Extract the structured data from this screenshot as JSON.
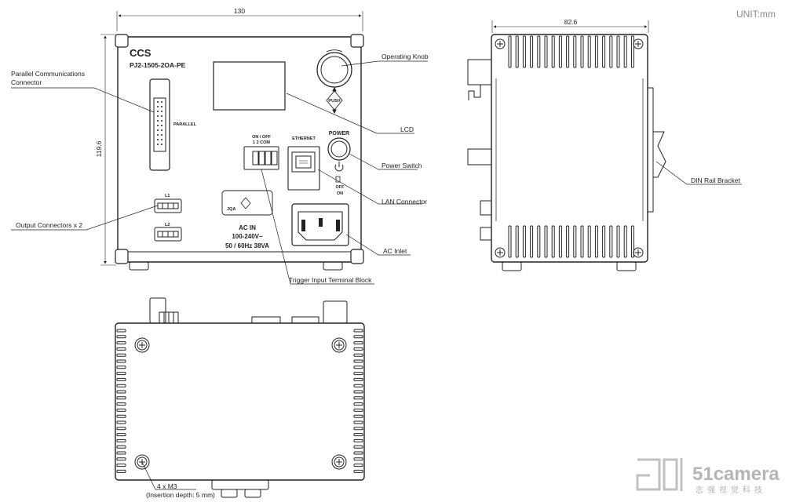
{
  "unit": "UNIT:mm",
  "dimensions": {
    "width": "130",
    "height": "119.6",
    "depth": "82.6"
  },
  "front_panel": {
    "brand": "CCS",
    "model": "PJ2-1505-2OA-PE",
    "parallel_label": "PARALLEL",
    "l1": "L1",
    "l2": "L2",
    "jqa": "JQA",
    "ac_in": "AC IN",
    "voltage": "100-240V~",
    "freq_power": "50 / 60Hz 38VA",
    "trigger_hdr": "ON / OFF",
    "trigger_nums": "1   2     COM",
    "ethernet": "ETHERNET",
    "power": "POWER",
    "push": "PUSH",
    "off": "OFF",
    "on": "ON"
  },
  "callouts": {
    "parallel_1": "Parallel Communications",
    "parallel_2": "Connector",
    "operating_knob": "Operating Knob",
    "lcd": "LCD",
    "power_switch": "Power Switch",
    "lan_connector": "LAN Connector",
    "ac_inlet": "AC Inlet",
    "output_connectors": "Output Connectors x 2",
    "trigger_block": "Trigger Input Terminal Block",
    "din_rail": "DIN Rail Bracket",
    "screws_1": "4 x M3",
    "screws_2": "(Insertion depth: 5 mm)"
  },
  "watermark": {
    "brand": "51camera",
    "sub": "志强视觉科技"
  }
}
